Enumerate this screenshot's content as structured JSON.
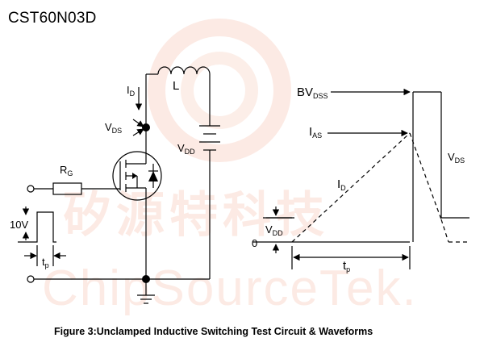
{
  "title": "CST60N03D",
  "watermark": {
    "chinese": "矽源特科技",
    "english": "ChipSourceTek."
  },
  "circuit_labels": {
    "id_main": "I",
    "id_sub": "D",
    "l": "L",
    "vds_main": "V",
    "vds_sub": "DS",
    "vdd_main": "V",
    "vdd_sub": "DD",
    "rg_main": "R",
    "rg_sub": "G",
    "v10": "10V",
    "tp_main": "t",
    "tp_sub": "p"
  },
  "waveform_labels": {
    "bvdss_main": "BV",
    "bvdss_sub": "DSS",
    "ias_main": "I",
    "ias_sub": "AS",
    "id_main": "I",
    "id_sub": "D",
    "vds_main": "V",
    "vds_sub": "DS",
    "vdd_main": "V",
    "vdd_sub": "DD",
    "zero": "0",
    "tp_main": "t",
    "tp_sub": "p"
  },
  "caption": "Figure 3:Unclamped Inductive Switching Test Circuit & Waveforms"
}
